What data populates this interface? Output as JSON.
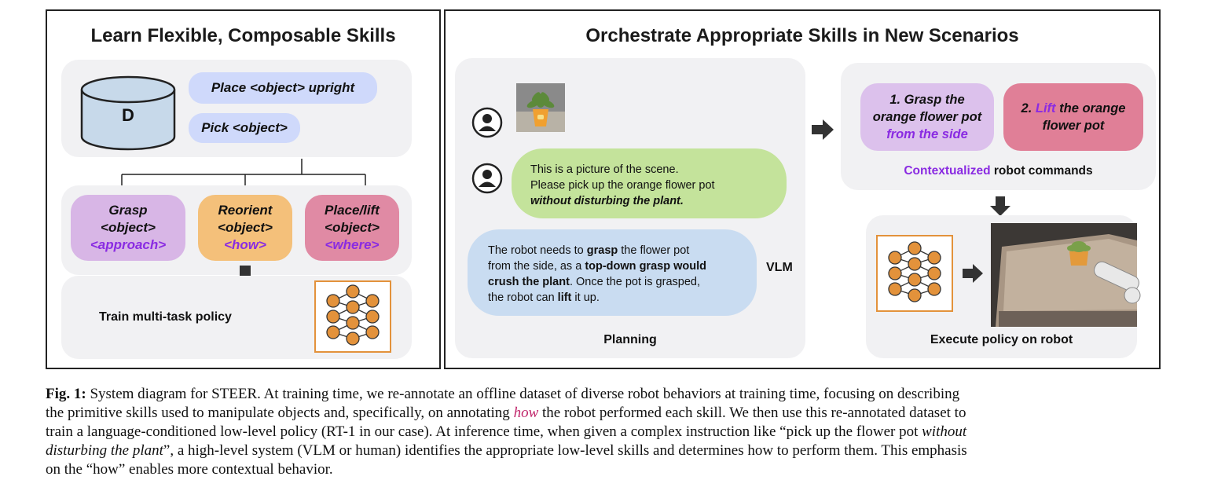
{
  "left_panel": {
    "title": "Learn Flexible, Composable Skills",
    "dataset_label": "D",
    "annotations": [
      "Place <object> upright",
      "Pick <object>"
    ],
    "skills": [
      {
        "name": "Grasp",
        "object": "<object>",
        "param": "<approach>",
        "color": "#d8b6e6"
      },
      {
        "name": "Reorient",
        "object": "<object>",
        "param": "<how>",
        "color": "#f4c07a"
      },
      {
        "name": "Place/lift",
        "object": "<object>",
        "param": "<where>",
        "color": "#e08aa4"
      }
    ],
    "train_label": "Train multi-task policy"
  },
  "right_panel": {
    "title": "Orchestrate Appropriate Skills in New Scenarios",
    "planning": {
      "user_message": {
        "line1": "This is a picture of the scene.",
        "line2": "Please pick up the orange flower pot",
        "line3": "without disturbing the plant."
      },
      "vlm_message": {
        "l1a": "The robot needs to ",
        "l1b": "grasp",
        "l1c": " the flower pot",
        "l2a": "from the side, as a ",
        "l2b": "top-down grasp would",
        "l3a": "crush the plant",
        "l3b": ". Once the pot is grasped,",
        "l4a": "the robot can ",
        "l4b": "lift",
        "l4c": " it up."
      },
      "vlm_label": "VLM",
      "label": "Planning"
    },
    "commands": {
      "cmd1": {
        "line1": "1. Grasp the",
        "line2": "orange flower pot",
        "line3": "from the side"
      },
      "cmd2": {
        "num": "2. ",
        "verb": "Lift",
        "rest": " the orange",
        "line2": "flower pot"
      },
      "label_accent": "Contextualized",
      "label_rest": " robot commands"
    },
    "execute_label": "Execute policy on robot"
  },
  "caption": {
    "fig": "Fig. 1:",
    "s1": " System diagram for STEER. At training time, we re-annotate an offline dataset of diverse robot behaviors at training time, focusing on describing",
    "s2": "the primitive skills used to manipulate objects and, specifically, on annotating ",
    "how": "how",
    "s2b": " the robot performed each skill. We then use this re-annotated dataset to",
    "s3": "train a language-conditioned low-level policy (RT-1 in our case). At inference time, when given a complex instruction like “pick up the flower pot ",
    "s3i": "without",
    "s4i": "disturbing the plant",
    "s4": "”, a high-level system (VLM or human) identifies the appropriate low-level skills and determines how to perform them. This emphasis",
    "s5": "on the “how” enables more contextual behavior."
  },
  "colors": {
    "annotation_pill": "#cfd9fb",
    "user_bubble": "#c4e39b",
    "vlm_bubble": "#c9dcf1",
    "cmd1": "#dcc1ec",
    "cmd2": "#e07f97",
    "accent_purple": "#8a2be2",
    "network_orange": "#e3923b"
  }
}
